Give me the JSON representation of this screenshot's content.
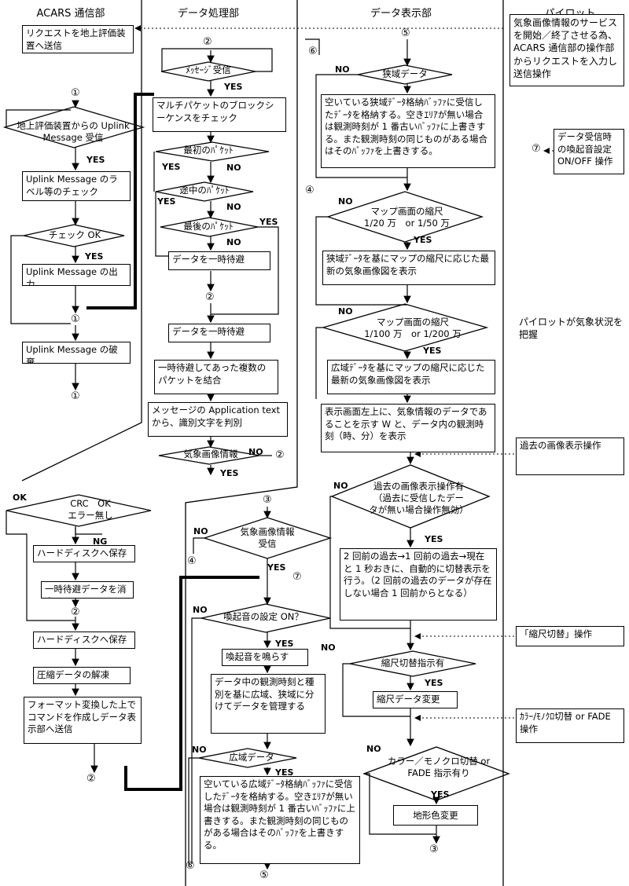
{
  "lanes": {
    "acars": "ACARS 通信部",
    "processing": "データ処理部",
    "display": "データ表示部",
    "pilot": "パイロット"
  },
  "acars": {
    "request_send": "リクエストを地上評価装置へ送信",
    "uplink_receive": "地上評価装置からの Uplink Message 受信",
    "label_check": "Uplink Message のラベル等のチェック",
    "check_ok": "チェック OK",
    "uplink_output": "Uplink Message の出力",
    "uplink_discard": "Uplink Message の破棄",
    "crc": "CRC　OK\nエラー無し",
    "save_hd_1": "ハードディスクへ保存",
    "delete_temp": "一時待避データを消去",
    "save_hd_2": "ハードディスクへ保存",
    "decompress": "圧縮データの解凍",
    "format_send": "フォーマット変換した上でコマンドを作成しデータ表示部へ送信"
  },
  "processing": {
    "msg_receive": "ﾒｯｾｰｼﾞ受信",
    "block_check": "マルチパケットのブロックシーケンスをチェック",
    "first_packet": "最初のﾊﾟｹｯﾄ",
    "middle_packet": "途中のﾊﾟｹｯﾄ",
    "last_packet": "最後のﾊﾟｹｯﾄ",
    "temp_save_1": "データを一時待避",
    "temp_save_2": "データを一時待避",
    "combine": "一時待避してあった複数のパケットを結合",
    "identify": "メッセージの Application text から、識別文字を判別",
    "weather_info": "気象画像情報",
    "weather_receive": "気象画像情報\n受信",
    "alarm_on": "喚起音の設定 ON？",
    "alarm_ring": "喚起音を鳴らす",
    "manage": "データ中の観測時刻と種別を基に広域、狭域に分けてデータを管理する",
    "wide_data": "広域データ",
    "wide_store": "空いている広域ﾃﾞｰﾀ格納ﾊﾞｯﾌｧに受信したﾃﾞｰﾀを格納する。空きｴﾘｱが無い場合は観測時刻が 1 番古いﾊﾞｯﾌｧに上書きする。また観測時刻の同じものがある場合はそのﾊﾞｯﾌｧを上書きする。"
  },
  "display": {
    "narrow_data": "狭域データ",
    "narrow_store": "空いている狭域ﾃﾞｰﾀ格納ﾊﾞｯﾌｧに受信したﾃﾞｰﾀを格納する。空きｴﾘｱが無い場合は観測時刻が 1 番古いﾊﾞｯﾌｧに上書きする。また観測時刻の同じものがある場合はそのﾊﾞｯﾌｧを上書きする。",
    "scale_1": "マップ画面の縮尺\n1/20 万　or 1/50 万",
    "narrow_show": "狭域ﾃﾞｰﾀを基にマップの縮尺に応じた最新の気象画像図を表示",
    "scale_2": "マップ画面の縮尺\n1/100 万　or 1/200 万",
    "wide_show": "広域ﾃﾞｰﾀを基にマップの縮尺に応じた最新の気象画像図を表示",
    "header_show": "表示画面左上に、気象情報のデータであることを示す W と、データ内の観測時刻（時、分）を表示",
    "past_op": "過去の画像表示操作有\n（過去に受信したデー\nタが無い場合操作無効）",
    "past_show": "2 回前の過去→1 回前の過去→現在と 1 秒おきに、自動的に切替表示を行う。（2 回前の過去のデータが存在しない場合 1 回前からとなる）",
    "scale_op": "縮尺切替指示有",
    "scale_change": "縮尺データ変更",
    "color_op": "カラー／モノクロ切替 or\nFADE 指示有り",
    "terrain": "地形色変更"
  },
  "pilot": {
    "start_stop": "気象画像情報のサービスを開始／終了させる為、ACARS 通信部の操作部からリクエストを入力し送信操作",
    "alarm_setting": "データ受信時の喚起音設定 ON/OFF 操作",
    "grasp": "パイロットが気象状況を把握",
    "past_display_op": "過去の画像表示操作",
    "scale_switch_op": "「縮尺切替」操作",
    "color_switch_op": "ｶﾗｰ/ﾓﾉｸﾛ切替 or FADE 操作"
  },
  "labels": {
    "yes": "YES",
    "no": "NO",
    "ok": "OK",
    "ng": "NG"
  },
  "connectors": {
    "c1": "①",
    "c2": "②",
    "c3": "③",
    "c4": "④",
    "c5": "⑤",
    "c6": "⑥",
    "c7": "⑦"
  }
}
